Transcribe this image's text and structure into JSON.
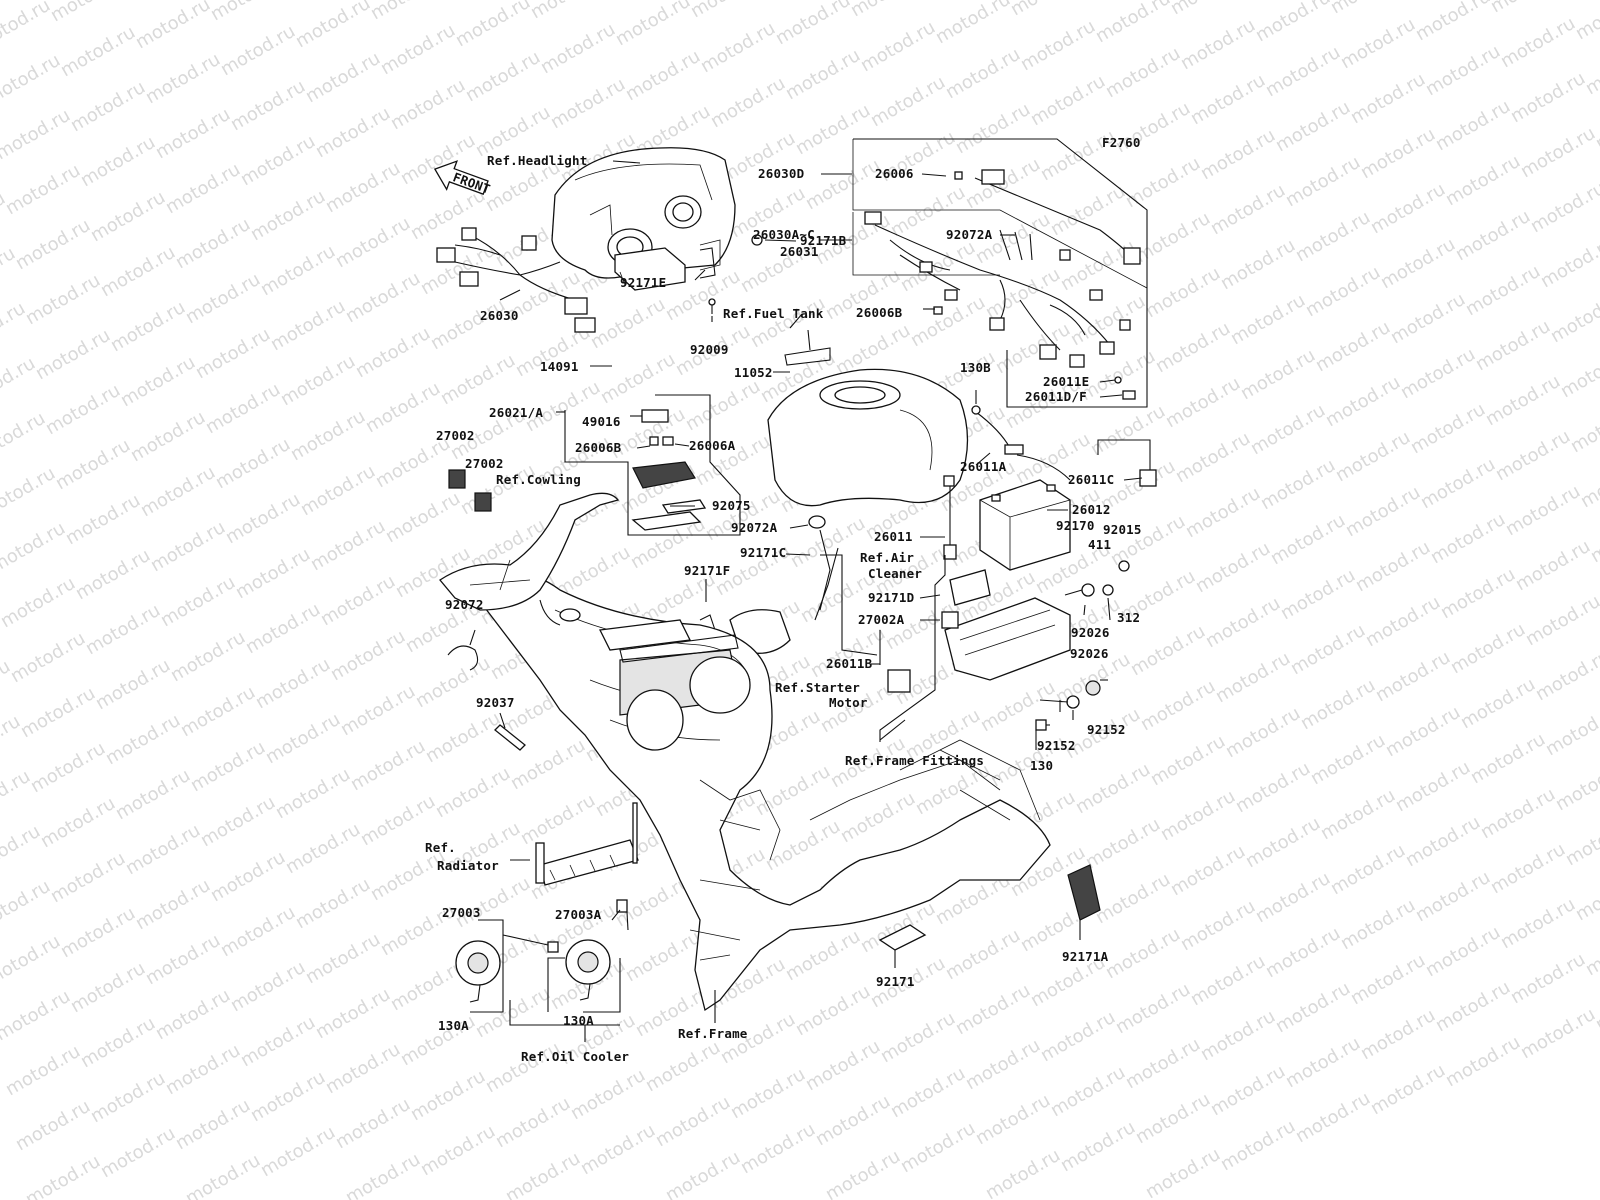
{
  "diagram": {
    "code": "F2760",
    "watermark": "motod.ru",
    "front_label": "FRONT",
    "labels": [
      {
        "id": "ref-headlight",
        "text": "Ref.Headlight"
      },
      {
        "id": "26030",
        "text": "26030"
      },
      {
        "id": "92171e",
        "text": "92171E"
      },
      {
        "id": "92171b",
        "text": "92171B"
      },
      {
        "id": "92009",
        "text": "92009"
      },
      {
        "id": "ref-fuel-tank",
        "text": "Ref.Fuel Tank"
      },
      {
        "id": "26030d",
        "text": "26030D"
      },
      {
        "id": "26006",
        "text": "26006"
      },
      {
        "id": "92072a-top",
        "text": "92072A"
      },
      {
        "id": "26030a-c",
        "text": "26030A~C"
      },
      {
        "id": "26031",
        "text": "26031"
      },
      {
        "id": "26006b-top",
        "text": "26006B"
      },
      {
        "id": "26011e",
        "text": "26011E"
      },
      {
        "id": "26011d-f",
        "text": "26011D/F"
      },
      {
        "id": "130b",
        "text": "130B"
      },
      {
        "id": "14091",
        "text": "14091"
      },
      {
        "id": "11052",
        "text": "11052"
      },
      {
        "id": "26021-a",
        "text": "26021/A"
      },
      {
        "id": "49016",
        "text": "49016"
      },
      {
        "id": "26006b-mid",
        "text": "26006B"
      },
      {
        "id": "26006a",
        "text": "26006A"
      },
      {
        "id": "92075",
        "text": "92075"
      },
      {
        "id": "27002-a",
        "text": "27002"
      },
      {
        "id": "27002-b",
        "text": "27002"
      },
      {
        "id": "ref-cowling",
        "text": "Ref.Cowling"
      },
      {
        "id": "92072a-mid",
        "text": "92072A"
      },
      {
        "id": "92171c",
        "text": "92171C"
      },
      {
        "id": "ref-air-cleaner-1",
        "text": "Ref.Air"
      },
      {
        "id": "ref-air-cleaner-2",
        "text": "Cleaner"
      },
      {
        "id": "92171f",
        "text": "92171F"
      },
      {
        "id": "26011a",
        "text": "26011A"
      },
      {
        "id": "26011c",
        "text": "26011C"
      },
      {
        "id": "26012",
        "text": "26012"
      },
      {
        "id": "92170",
        "text": "92170"
      },
      {
        "id": "92015",
        "text": "92015"
      },
      {
        "id": "411",
        "text": "411"
      },
      {
        "id": "26011",
        "text": "26011"
      },
      {
        "id": "92171d",
        "text": "92171D"
      },
      {
        "id": "27002a",
        "text": "27002A"
      },
      {
        "id": "92026-a",
        "text": "92026"
      },
      {
        "id": "312",
        "text": "312"
      },
      {
        "id": "92026-b",
        "text": "92026"
      },
      {
        "id": "26011b",
        "text": "26011B"
      },
      {
        "id": "ref-starter-1",
        "text": "Ref.Starter"
      },
      {
        "id": "ref-starter-2",
        "text": "Motor"
      },
      {
        "id": "92152-a",
        "text": "92152"
      },
      {
        "id": "92152-b",
        "text": "92152"
      },
      {
        "id": "130",
        "text": "130"
      },
      {
        "id": "ref-frame-fittings",
        "text": "Ref.Frame Fittings"
      },
      {
        "id": "92072",
        "text": "92072"
      },
      {
        "id": "92037",
        "text": "92037"
      },
      {
        "id": "ref-radiator-1",
        "text": "Ref."
      },
      {
        "id": "ref-radiator-2",
        "text": "Radiator"
      },
      {
        "id": "27003",
        "text": "27003"
      },
      {
        "id": "27003a",
        "text": "27003A"
      },
      {
        "id": "130a-a",
        "text": "130A"
      },
      {
        "id": "130a-b",
        "text": "130A"
      },
      {
        "id": "ref-oil-cooler",
        "text": "Ref.Oil Cooler"
      },
      {
        "id": "ref-frame",
        "text": "Ref.Frame"
      },
      {
        "id": "92171",
        "text": "92171"
      },
      {
        "id": "92171a",
        "text": "92171A"
      }
    ]
  }
}
